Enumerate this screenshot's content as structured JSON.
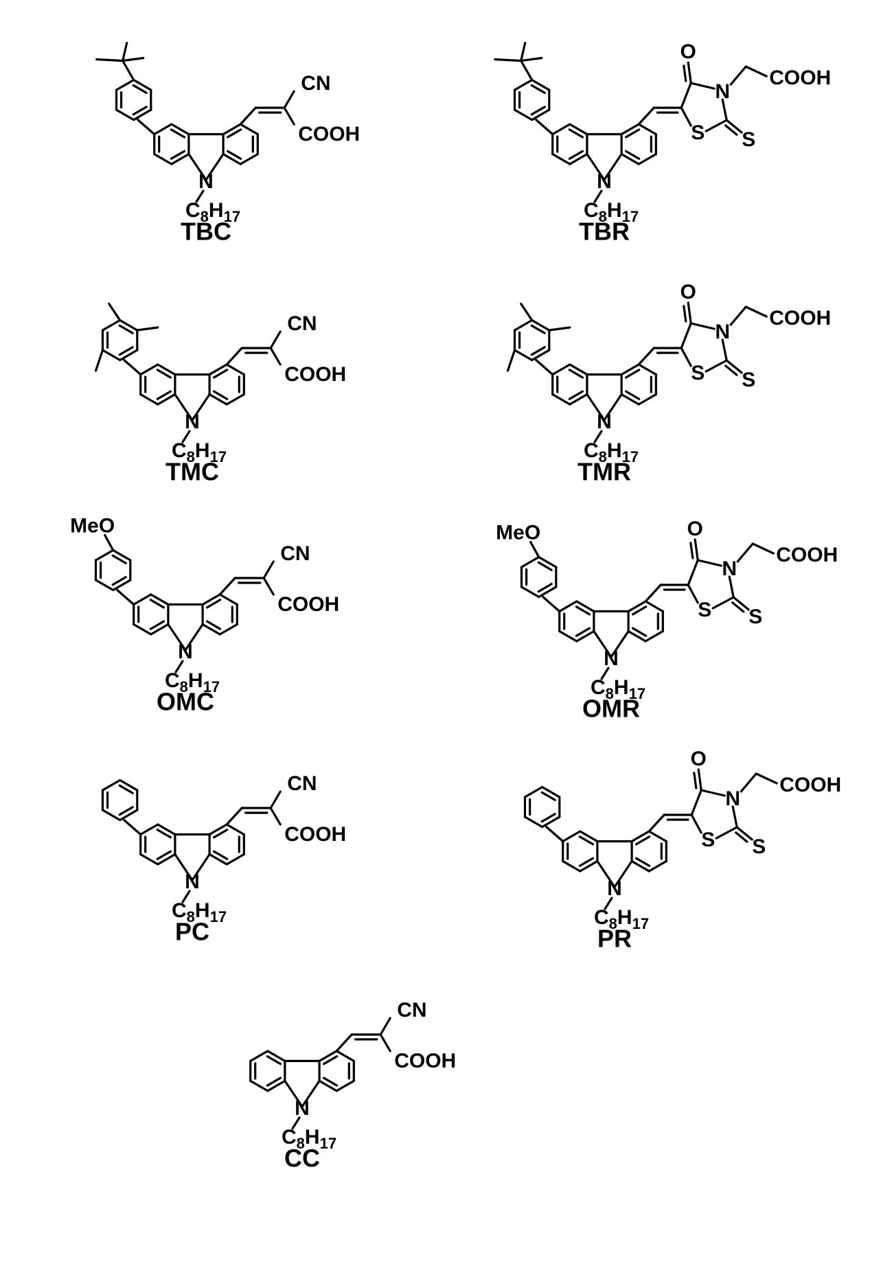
{
  "figure": {
    "atoms": {
      "nitrogen": "N",
      "cyano": "CN",
      "carboxylic_acid": "COOH",
      "carbonyl_oxygen": "O",
      "sulfur": "S",
      "methoxy": "MeO",
      "octyl_carbon": "C",
      "octyl_carbon_count": "8",
      "octyl_hydrogen": "H",
      "octyl_hydrogen_count": "17"
    },
    "compounds": [
      {
        "label": "TBC",
        "substituent": "4-tert-butylphenyl",
        "acceptor": "cyanoacrylic acid"
      },
      {
        "label": "TBR",
        "substituent": "4-tert-butylphenyl",
        "acceptor": "rhodanine-3-acetic acid"
      },
      {
        "label": "TMC",
        "substituent": "mesityl",
        "acceptor": "cyanoacrylic acid"
      },
      {
        "label": "TMR",
        "substituent": "mesityl",
        "acceptor": "rhodanine-3-acetic acid"
      },
      {
        "label": "OMC",
        "substituent": "4-methoxyphenyl",
        "acceptor": "cyanoacrylic acid"
      },
      {
        "label": "OMR",
        "substituent": "4-methoxyphenyl",
        "acceptor": "rhodanine-3-acetic acid"
      },
      {
        "label": "PC",
        "substituent": "phenyl",
        "acceptor": "cyanoacrylic acid"
      },
      {
        "label": "PR",
        "substituent": "phenyl",
        "acceptor": "rhodanine-3-acetic acid"
      },
      {
        "label": "CC",
        "substituent": "none",
        "acceptor": "cyanoacrylic acid"
      }
    ]
  }
}
